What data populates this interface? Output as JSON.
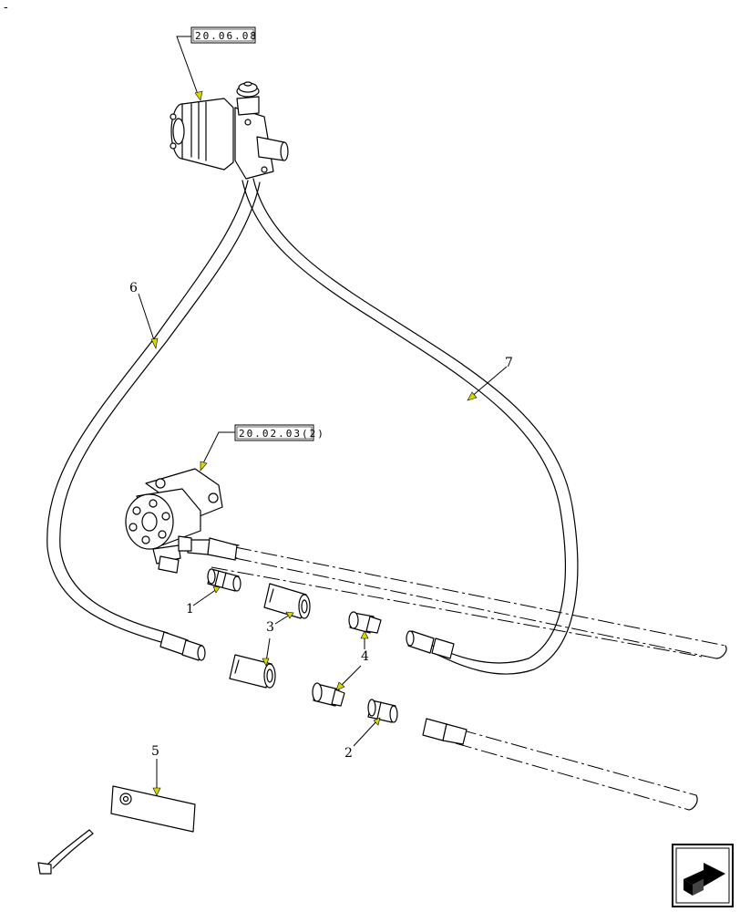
{
  "corner_mark": "-",
  "references": [
    {
      "id": "ref-motor-upper",
      "text": "20.06.08"
    },
    {
      "id": "ref-motor-lower",
      "text": "20.02.03(2)"
    }
  ],
  "callouts": [
    {
      "id": "1",
      "text": "1"
    },
    {
      "id": "2",
      "text": "2"
    },
    {
      "id": "3",
      "text": "3"
    },
    {
      "id": "4",
      "text": "4"
    },
    {
      "id": "5",
      "text": "5"
    },
    {
      "id": "6",
      "text": "6"
    },
    {
      "id": "7",
      "text": "7"
    }
  ],
  "colors": {
    "ink": "#000000",
    "leader_arrow": "#d8d800",
    "background": "#ffffff"
  },
  "icons": {
    "next_page": "next-page-arrow-icon"
  }
}
